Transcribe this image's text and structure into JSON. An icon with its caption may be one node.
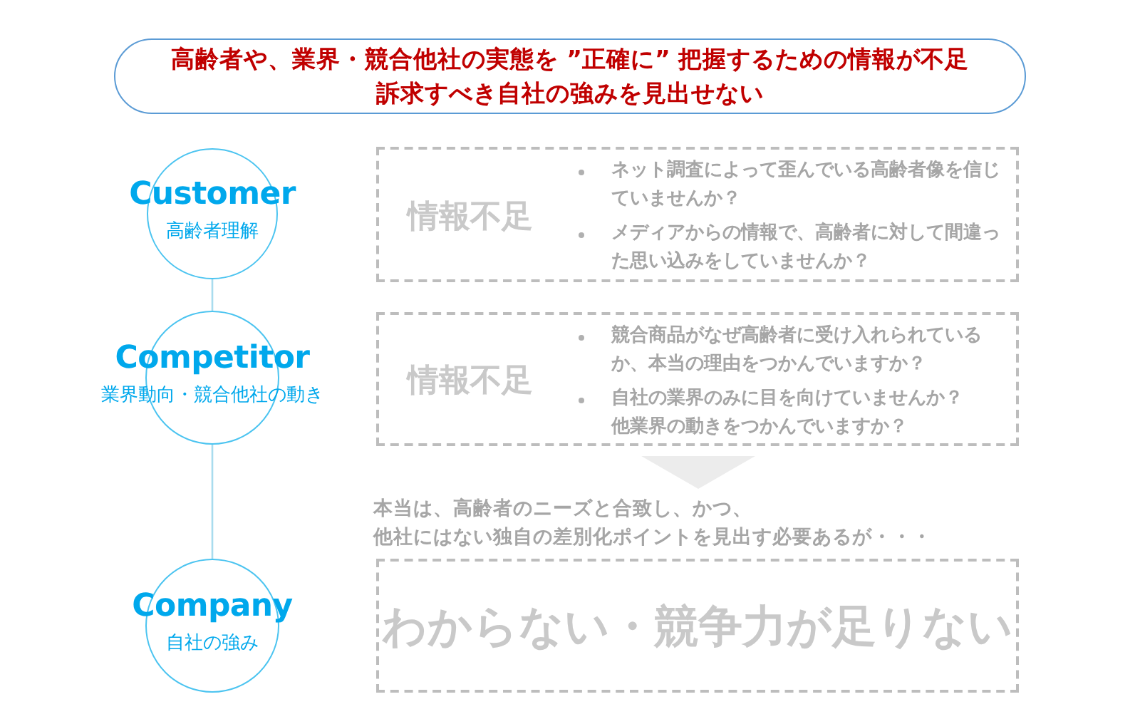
{
  "diagram": {
    "nodes": [
      {
        "text": [
          "高齢者や、業界・競合他社の実態を ”正確に” 把握するための情報が不足",
          "訴求すべき自社の強みを見出せない"
        ]
      },
      {
        "text": [
          "Customer",
          "高齢者理解"
        ]
      },
      {
        "text": [
          "Competitor",
          "業界動向・競合他社の動き"
        ]
      },
      {
        "text": [
          "Company",
          "自社の強み"
        ]
      },
      {
        "text": [
          "情報不足",
          "ネット調査によって歪んでいる高齢者像を信じていませんか？",
          "メディアからの情報で、高齢者に対して間違った思い込みをしていませんか？"
        ]
      },
      {
        "text": [
          "情報不足",
          "競合商品がなぜ高齢者に受け入れられているか、本当の理由をつかんでいますか？",
          "自社の業界のみに目を向けていませんか？他業界の動きをつかんでいますか？"
        ]
      },
      {
        "text": [
          "わからない・競争力が足りない"
        ]
      }
    ],
    "edges": [
      {
        "from": 1,
        "to": 2,
        "arrow": "none"
      },
      {
        "from": 2,
        "to": 3,
        "arrow": "none"
      }
    ],
    "labels": [
      "本当は、高齢者のニーズと合致し、かつ、",
      "他社にはない独自の差別化ポイントを見出す必要あるが・・・"
    ]
  }
}
